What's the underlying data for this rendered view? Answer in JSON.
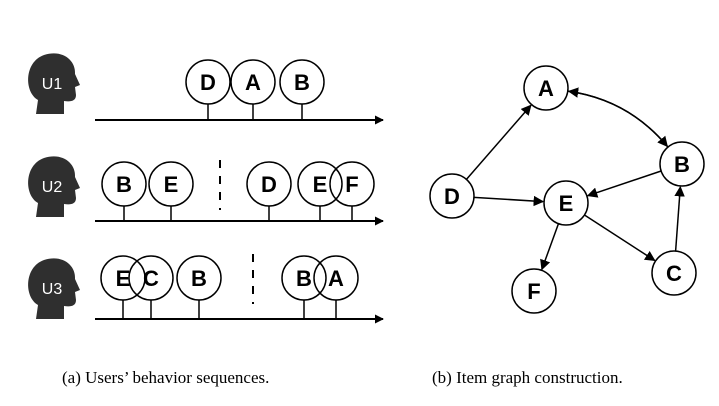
{
  "left_panel": {
    "caption": "(a) Users’ behavior sequences.",
    "users": [
      {
        "label": "U1",
        "sessions": [
          [
            "D",
            "A",
            "B"
          ]
        ]
      },
      {
        "label": "U2",
        "sessions": [
          [
            "B",
            "E"
          ],
          [
            "D",
            "E",
            "F"
          ]
        ]
      },
      {
        "label": "U3",
        "sessions": [
          [
            "E",
            "C",
            "B"
          ],
          [
            "B",
            "A"
          ]
        ]
      }
    ]
  },
  "right_panel": {
    "caption": "(b) Item graph construction.",
    "nodes": [
      "A",
      "B",
      "C",
      "D",
      "E",
      "F"
    ],
    "edges": [
      {
        "from": "D",
        "to": "A"
      },
      {
        "from": "A",
        "to": "B"
      },
      {
        "from": "B",
        "to": "A"
      },
      {
        "from": "D",
        "to": "E"
      },
      {
        "from": "B",
        "to": "E"
      },
      {
        "from": "E",
        "to": "F"
      },
      {
        "from": "E",
        "to": "C"
      },
      {
        "from": "C",
        "to": "B"
      }
    ]
  },
  "colors": {
    "head": "#2f2f2f",
    "stroke": "#000000",
    "background": "#ffffff"
  }
}
